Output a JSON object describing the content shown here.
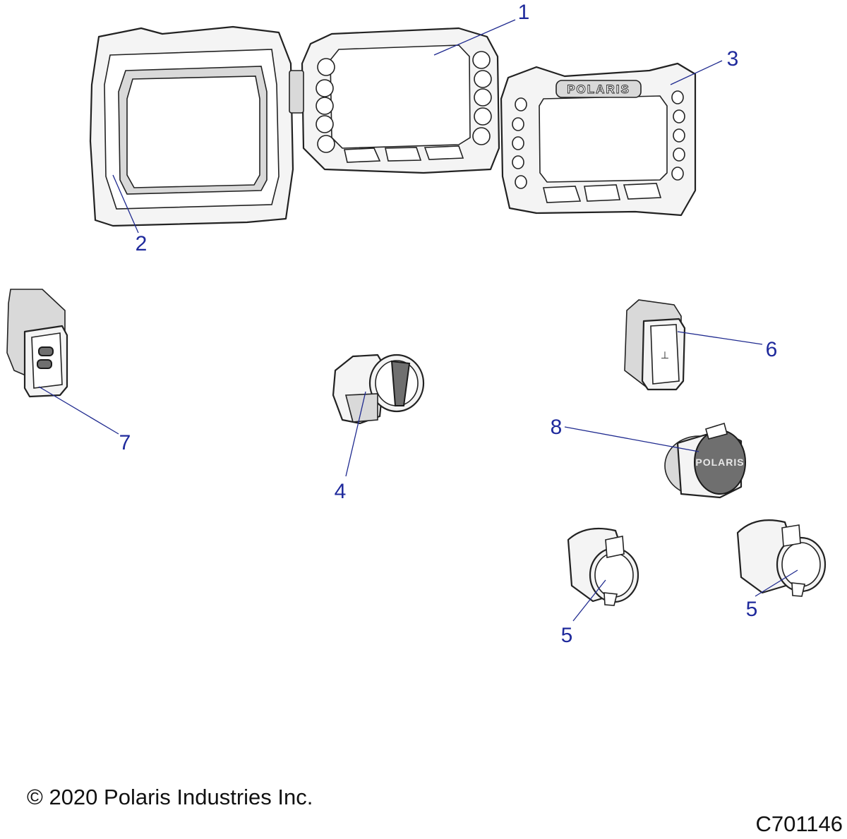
{
  "callouts": [
    {
      "id": "1",
      "part": "display"
    },
    {
      "id": "2",
      "part": "display-seal"
    },
    {
      "id": "3",
      "part": "display-bezel"
    },
    {
      "id": "4",
      "part": "key-switch"
    },
    {
      "id": "5",
      "part": "power-outlet"
    },
    {
      "id": "5",
      "part": "power-outlet"
    },
    {
      "id": "6",
      "part": "rocker-switch"
    },
    {
      "id": "7",
      "part": "toggle-switch"
    },
    {
      "id": "8",
      "part": "usb-outlet"
    }
  ],
  "brand_text": {
    "bezel": "POLARIS",
    "usb_cap": "POLARIS"
  },
  "footer": {
    "copyright": "© 2020 Polaris Industries Inc.",
    "drawing_number": "C701146"
  },
  "colors": {
    "callout_text": "#1f2a9c",
    "leader_line": "#1f2a8f",
    "part_outline": "#222222",
    "part_fill": "#f4f4f4"
  }
}
